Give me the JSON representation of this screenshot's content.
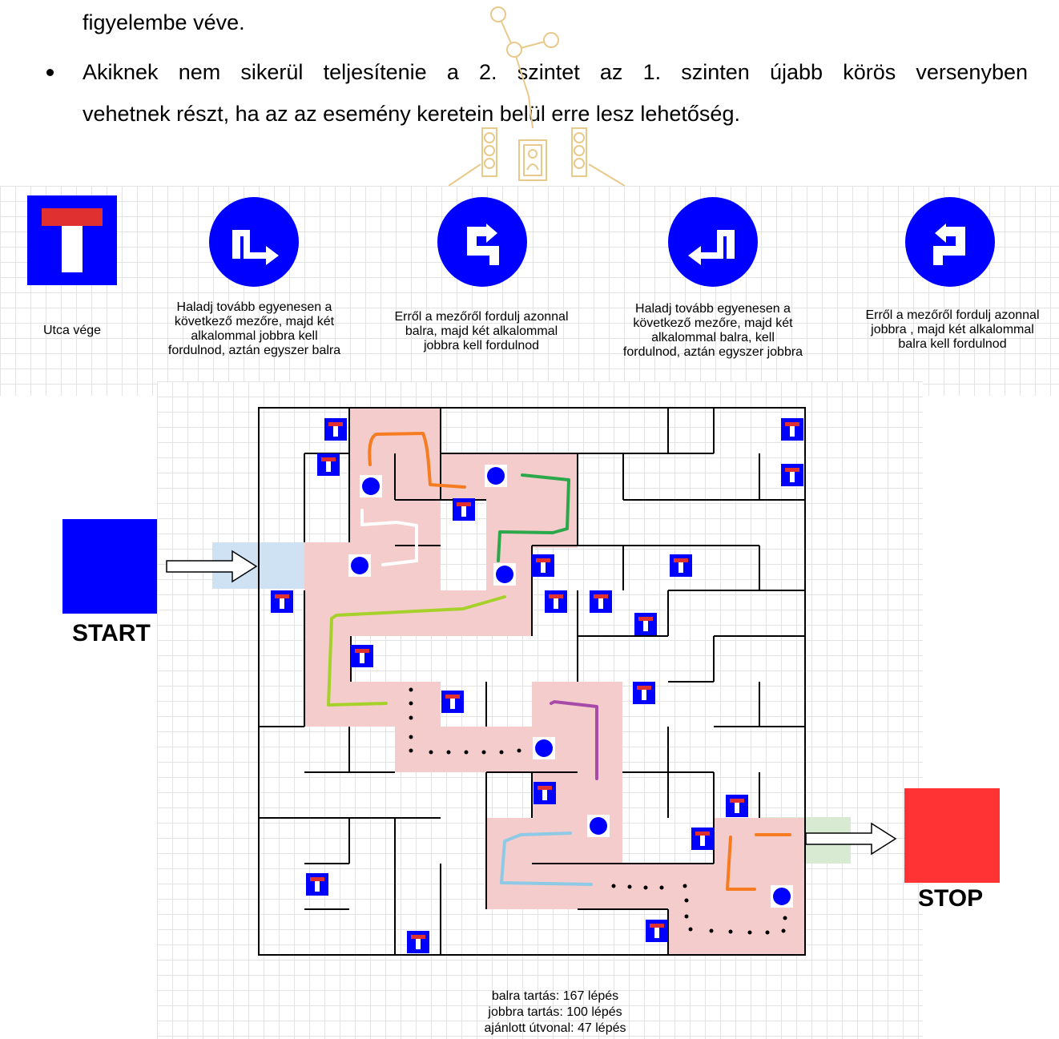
{
  "document": {
    "line1": "figyelembe véve.",
    "bullet2_line1": "Akiknek nem sikerül teljesítenie a 2. szintet az 1. szinten újabb körös versenyben",
    "bullet2_line2": "vehetnek részt, ha az az esemény keretein belül erre lesz lehetőség."
  },
  "legend": {
    "items": [
      {
        "icon": "dead-end-sign",
        "caption_lines": [
          "Utca vége"
        ]
      },
      {
        "icon": "straight-then-right-right-left-sign",
        "caption_lines": [
          "Haladj tovább egyenesen a",
          "következő mezőre, majd két",
          "alkalommal jobbra kell",
          "fordulnod, aztán egyszer balra"
        ]
      },
      {
        "icon": "left-then-right-right-sign",
        "caption_lines": [
          "Erről a mezőről fordulj azonnal",
          "balra, majd két alkalommal",
          "jobbra kell fordulnod"
        ]
      },
      {
        "icon": "straight-then-left-left-right-sign",
        "caption_lines": [
          "Haladj tovább egyenesen a",
          "következő mezőre, majd két",
          "alkalommal  balra, kell",
          "fordulnod, aztán egyszer jobbra"
        ]
      },
      {
        "icon": "right-then-left-left-sign",
        "caption_lines": [
          "Erről a mezőről fordulj azonnal",
          "jobbra , majd két alkalommal",
          "balra kell fordulnod"
        ]
      }
    ]
  },
  "maze": {
    "start_label": "START",
    "stop_label": "STOP",
    "colors": {
      "start": "#0000ff",
      "stop": "#ff3333",
      "path": "#f4cccc",
      "entry": "#cfe2f3",
      "exit": "#d9ead3",
      "sign_blue": "#0000ff",
      "sign_red": "#e03030"
    }
  },
  "results": {
    "left_hand": "balra tartás: 167 lépés",
    "right_hand": "jobbra tartás: 100 lépés",
    "recommended": "ajánlott útvonal: 47 lépés"
  }
}
